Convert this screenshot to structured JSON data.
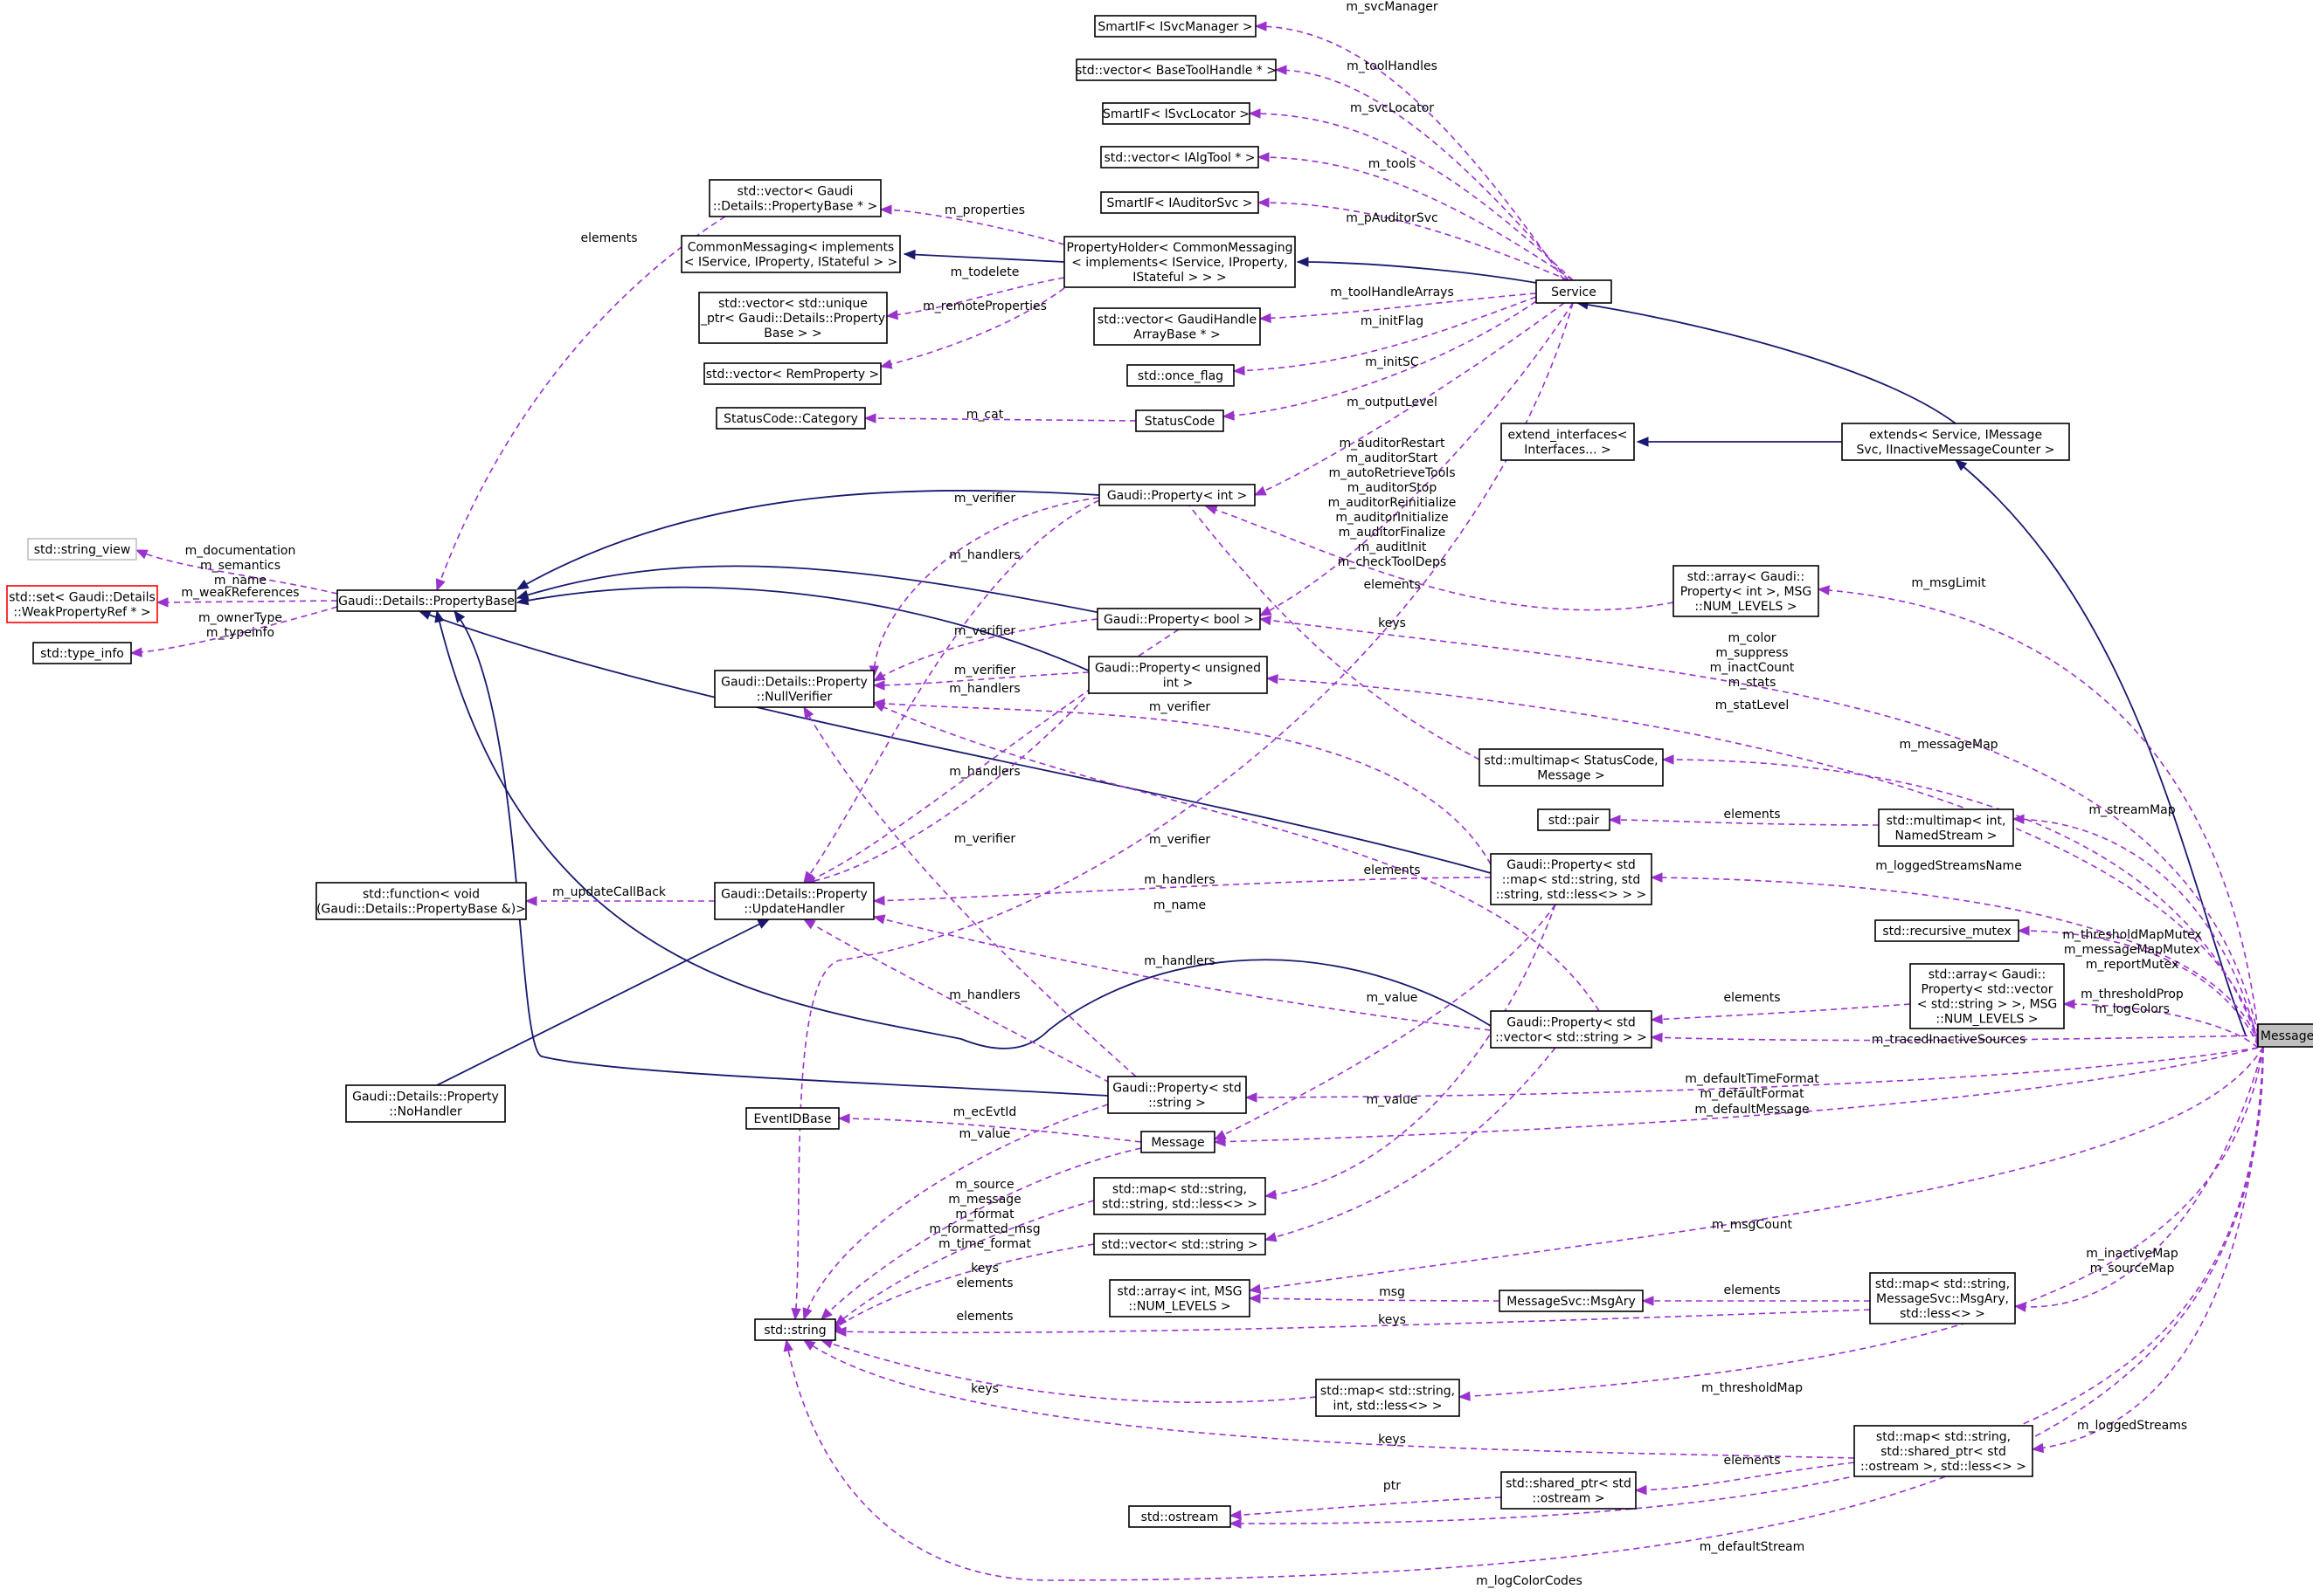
{
  "nodes": {
    "svcmanager": [
      "SmartIF< ISvcManager >"
    ],
    "toolhandles": [
      "std::vector< BaseToolHandle * >"
    ],
    "svclocator": [
      "SmartIF< ISvcLocator >"
    ],
    "algtool": [
      "std::vector< IAlgTool * >"
    ],
    "auditorsvc": [
      "SmartIF< IAuditorSvc >"
    ],
    "propvector": [
      "std::vector< Gaudi",
      "::Details::PropertyBase * >"
    ],
    "commonmsg": [
      "CommonMessaging< implements",
      "< IService, IProperty, IStateful > >"
    ],
    "propholder": [
      "PropertyHolder< CommonMessaging",
      "< implements< IService, IProperty,",
      "IStateful > > >"
    ],
    "service": [
      "Service"
    ],
    "uniqueptr": [
      "std::vector< std::unique",
      "_ptr< Gaudi::Details::Property",
      "Base > >"
    ],
    "gaudihandle": [
      "std::vector< GaudiHandle",
      "ArrayBase * >"
    ],
    "remprop": [
      "std::vector< RemProperty >"
    ],
    "onceflag": [
      "std::once_flag"
    ],
    "category": [
      "StatusCode::Category"
    ],
    "statuscode": [
      "StatusCode"
    ],
    "extendif": [
      "extend_interfaces<",
      "Interfaces... >"
    ],
    "extends": [
      "extends< Service, IMessage",
      "Svc, IInactiveMessageCounter >"
    ],
    "propint": [
      "Gaudi::Property< int >"
    ],
    "stringview": [
      "std::string_view"
    ],
    "weakref": [
      "std::set< Gaudi::Details",
      "::WeakPropertyRef * >"
    ],
    "typeinfo": [
      "std::type_info"
    ],
    "propbase": [
      "Gaudi::Details::PropertyBase"
    ],
    "arrint": [
      "std::array< Gaudi::",
      "Property< int >, MSG",
      "::NUM_LEVELS >"
    ],
    "propbool": [
      "Gaudi::Property< bool >"
    ],
    "nullver": [
      "Gaudi::Details::Property",
      "::NullVerifier"
    ],
    "propuint": [
      "Gaudi::Property< unsigned",
      "int >"
    ],
    "multimapsc": [
      "std::multimap< StatusCode,",
      "Message >"
    ],
    "pair": [
      "std::pair"
    ],
    "multimapint": [
      "std::multimap< int,",
      "NamedStream >"
    ],
    "function": [
      "std::function< void",
      "(Gaudi::Details::PropertyBase &)>"
    ],
    "updhandler": [
      "Gaudi::Details::Property",
      "::UpdateHandler"
    ],
    "propmap": [
      "Gaudi::Property< std",
      "::map< std::string, std",
      "::string, std::less<> > >"
    ],
    "recmutex": [
      "std::recursive_mutex"
    ],
    "arrvec": [
      "std::array< Gaudi::",
      "Property< std::vector",
      "< std::string > >, MSG",
      "::NUM_LEVELS >"
    ],
    "propvecstr": [
      "Gaudi::Property< std",
      "::vector< std::string > >"
    ],
    "nohandler": [
      "Gaudi::Details::Property",
      "::NoHandler"
    ],
    "propstr": [
      "Gaudi::Property< std",
      "::string >"
    ],
    "messagesvc": [
      "MessageSvc"
    ],
    "eventid": [
      "EventIDBase"
    ],
    "message": [
      "Message"
    ],
    "mapss": [
      "std::map< std::string,",
      "std::string, std::less<> >"
    ],
    "vecstr": [
      "std::vector< std::string >"
    ],
    "arrnum": [
      "std::array< int, MSG",
      "::NUM_LEVELS >"
    ],
    "msgary": [
      "MessageSvc::MsgAry"
    ],
    "mapmsgary": [
      "std::map< std::string,",
      "MessageSvc::MsgAry,",
      "std::less<> >"
    ],
    "string": [
      "std::string"
    ],
    "mapsi": [
      "std::map< std::string,",
      "int, std::less<> >"
    ],
    "mapsostream": [
      "std::map< std::string,",
      "std::shared_ptr< std",
      "::ostream >, std::less<> >"
    ],
    "sharedptr": [
      "std::shared_ptr< std",
      "::ostream >"
    ],
    "ostream": [
      "std::ostream"
    ]
  },
  "edge_labels": {
    "svcmanager": [
      "m_svcManager"
    ],
    "toolhandles": [
      "m_toolHandles"
    ],
    "svclocator": [
      "m_svcLocator"
    ],
    "tools": [
      "m_tools"
    ],
    "pauditor": [
      "m_pAuditorSvc"
    ],
    "properties": [
      "m_properties"
    ],
    "todelete": [
      "m_todelete"
    ],
    "remote": [
      "m_remoteProperties"
    ],
    "toolhandlearrays": [
      "m_toolHandleArrays"
    ],
    "initflag": [
      "m_initFlag"
    ],
    "initsc": [
      "m_initSC"
    ],
    "cat": [
      "m_cat"
    ],
    "outputlevel": [
      "m_outputLevel"
    ],
    "auditorlist": [
      "m_auditorRestart",
      "m_auditorStart",
      "m_autoRetrieveTools",
      "m_auditorStop",
      "m_auditorReinitialize",
      "m_auditorInitialize",
      "m_auditorFinalize",
      "m_auditInit",
      "m_checkToolDeps"
    ],
    "elements_propvec": [
      "elements"
    ],
    "verifier_int": [
      "m_verifier"
    ],
    "handlers_int": [
      "m_handlers"
    ],
    "documentation": [
      "m_documentation",
      "m_semantics",
      "m_name"
    ],
    "weakrefs": [
      "m_weakReferences"
    ],
    "ownertype": [
      "m_ownerType",
      "m_typeinfo"
    ],
    "elements_arrint": [
      "elements"
    ],
    "msglimit": [
      "m_msgLimit"
    ],
    "color": [
      "m_color",
      "m_suppress",
      "m_inactCount",
      "m_stats"
    ],
    "keys_multimap": [
      "keys"
    ],
    "verifier_bool": [
      "m_verifier"
    ],
    "verifier_uint": [
      "m_verifier"
    ],
    "handlers_uint": [
      "m_handlers"
    ],
    "statlevel": [
      "m_statLevel"
    ],
    "verifier_map": [
      "m_verifier"
    ],
    "messagemap": [
      "m_messageMap"
    ],
    "handlers_bool": [
      "m_handlers"
    ],
    "elements_pair": [
      "elements"
    ],
    "streammap": [
      "m_streamMap"
    ],
    "verifier_vec": [
      "m_verifier"
    ],
    "verifier_str": [
      "m_verifier"
    ],
    "elements_multimap": [
      "elements"
    ],
    "updatecallback": [
      "m_updateCallBack"
    ],
    "handlers_map": [
      "m_handlers"
    ],
    "name": [
      "m_name"
    ],
    "loggedstreamsname": [
      "m_loggedStreamsName"
    ],
    "thresholdmutex": [
      "m_thresholdMapMutex",
      "m_messageMapMutex",
      "m_reportMutex"
    ],
    "handlers_vec": [
      "m_handlers"
    ],
    "elements_arrvec": [
      "elements"
    ],
    "thresholdprop": [
      "m_thresholdProp",
      "m_logColors"
    ],
    "handlers_str": [
      "m_handlers"
    ],
    "value_map": [
      "m_value"
    ],
    "traced": [
      "m_tracedInactiveSources"
    ],
    "defaulttime": [
      "m_defaultTimeFormat",
      "m_defaultFormat"
    ],
    "value_vec": [
      "m_value"
    ],
    "ecevtid": [
      "m_ecEvtId"
    ],
    "value_str": [
      "m_value"
    ],
    "defaultmessage": [
      "m_defaultMessage"
    ],
    "source": [
      "m_source",
      "m_message",
      "m_format",
      "m_formatted_msg",
      "m_time_format"
    ],
    "msgcount": [
      "m_msgCount"
    ],
    "keys_elements": [
      "keys",
      "elements"
    ],
    "elements_vecstr": [
      "elements"
    ],
    "inactivemap": [
      "m_inactiveMap",
      "m_sourceMap"
    ],
    "msg": [
      "msg"
    ],
    "elements_msgary": [
      "elements"
    ],
    "keys_msgary": [
      "keys"
    ],
    "keys_mapsi": [
      "keys"
    ],
    "thresholdmap": [
      "m_thresholdMap"
    ],
    "keys_mapsostream": [
      "keys"
    ],
    "loggedstreams": [
      "m_loggedStreams"
    ],
    "elements_sharedptr": [
      "elements"
    ],
    "ptr": [
      "ptr"
    ],
    "defaultstream": [
      "m_defaultStream"
    ],
    "logcolorcodes": [
      "m_logColorCodes"
    ]
  }
}
